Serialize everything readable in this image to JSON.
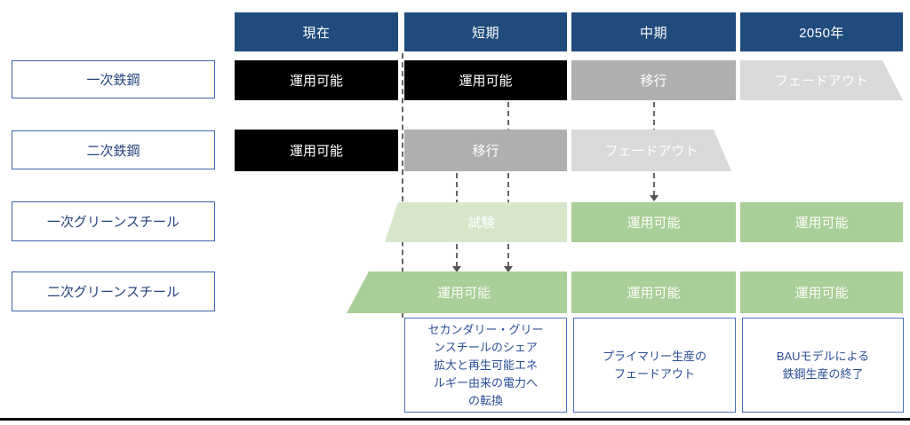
{
  "diagram": {
    "title_hint": "steel-production-transition-roadmap",
    "columns": [
      {
        "label": "現在"
      },
      {
        "label": "短期"
      },
      {
        "label": "中期"
      },
      {
        "label": "2050年"
      }
    ],
    "rows": [
      {
        "label": "一次鉄鋼",
        "bars": [
          {
            "label": "運用可能",
            "status": "operational-black"
          },
          {
            "label": "運用可能",
            "status": "operational-black"
          },
          {
            "label": "移行",
            "status": "transition-gray"
          },
          {
            "label": "フェードアウト",
            "status": "fadeout-lightgray"
          }
        ]
      },
      {
        "label": "二次鉄鋼",
        "bars": [
          {
            "label": "運用可能",
            "status": "operational-black"
          },
          {
            "label": "移行",
            "status": "transition-gray"
          },
          {
            "label": "フェードアウト",
            "status": "fadeout-lightgray"
          }
        ]
      },
      {
        "label": "一次グリーンスチール",
        "bars": [
          {
            "label": "試験",
            "status": "pilot-lightgreen"
          },
          {
            "label": "運用可能",
            "status": "operational-green"
          },
          {
            "label": "運用可能",
            "status": "operational-green"
          }
        ]
      },
      {
        "label": "二次グリーンスチール",
        "bars": [
          {
            "label": "運用可能",
            "status": "operational-green"
          },
          {
            "label": "運用可能",
            "status": "operational-green"
          },
          {
            "label": "運用可能",
            "status": "operational-green"
          }
        ]
      }
    ],
    "notes": [
      {
        "lines": [
          "セカンダリー・グリー",
          "ンスチールのシェア",
          "拡大と再生可能エネ",
          "ルギー由来の電力へ",
          "の転換"
        ]
      },
      {
        "lines": [
          "プライマリー生産の",
          "フェードアウト"
        ]
      },
      {
        "lines": [
          "BAUモデルによる",
          "鉄鋼生産の終了"
        ]
      }
    ],
    "colors": {
      "header_blue": "#1F4C7D",
      "black_bar": "#000000",
      "gray_bar": "#AFAFAF",
      "light_gray_bar": "#D9D9D9",
      "green_bar": "#A9CE97",
      "light_green_bar": "#D7E6CB",
      "box_border_blue": "#3A62AC",
      "note_border_blue": "#4C72B8",
      "text_blue": "#24437B"
    }
  }
}
